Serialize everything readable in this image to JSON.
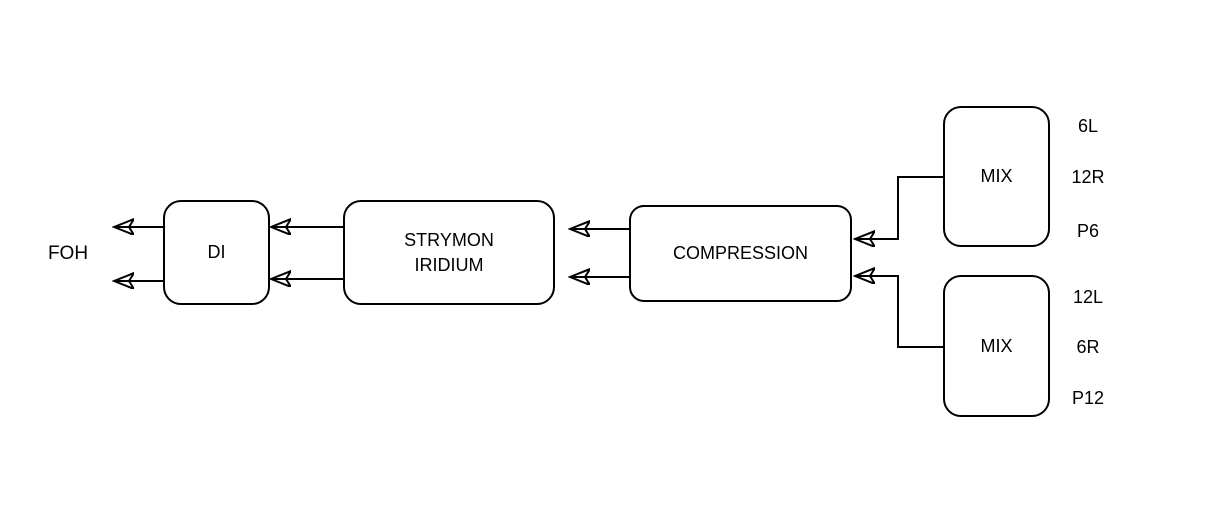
{
  "diagram": {
    "foh_label": "FOH",
    "nodes": {
      "di": {
        "label": "DI"
      },
      "strymon": {
        "line1": "STRYMON",
        "line2": "IRIDIUM"
      },
      "compression": {
        "label": "COMPRESSION"
      },
      "mix_top": {
        "label": "MIX",
        "ports": [
          "6L",
          "12R",
          "P6"
        ]
      },
      "mix_bottom": {
        "label": "MIX",
        "ports": [
          "12L",
          "6R",
          "P12"
        ]
      }
    },
    "colors": {
      "stroke": "#000000",
      "background": "#ffffff",
      "text": "#000000"
    }
  }
}
